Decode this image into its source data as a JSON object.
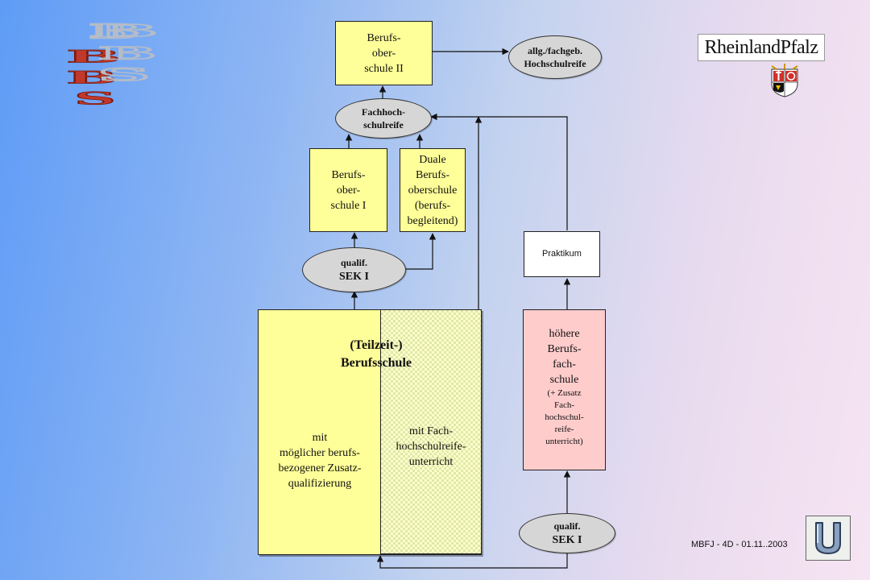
{
  "logo": {
    "bbs_letters": [
      "B",
      "B",
      "B",
      "S"
    ],
    "state_name": "RheinlandPfalz"
  },
  "boxes": {
    "bos2": [
      "Berufs-",
      "ober-",
      "schule II"
    ],
    "hochschulreife": [
      "allg./fachgeb.",
      "Hochschulreife"
    ],
    "fachhochschulreife": [
      "Fachhoch-",
      "schulreife"
    ],
    "bos1": [
      "Berufs-",
      "ober-",
      "schule I"
    ],
    "dbos": [
      "Duale",
      "Berufs-",
      "oberschule",
      "(berufs-",
      "begleitend)"
    ],
    "praktikum": "Praktikum",
    "qualif_top": [
      "qualif.",
      "SEK I"
    ],
    "berufsschule_title": [
      "(Teilzeit-)",
      "Berufsschule"
    ],
    "berufsschule_left": [
      "mit",
      "möglicher berufs-",
      "bezogener Zusatz-",
      "qualifizierung"
    ],
    "berufsschule_right": [
      "mit Fach-",
      "hochschulreife-",
      "unterricht"
    ],
    "bfs_main": [
      "höhere",
      "Berufs-",
      "fach-",
      "schule"
    ],
    "bfs_extra": [
      "(+ Zusatz",
      "Fach-",
      "hochschul-",
      "reife-",
      "unterricht)"
    ],
    "qualif_bottom": [
      "qualif.",
      "SEK I"
    ]
  },
  "footer": "MBFJ - 4D - 01.11..2003",
  "colors": {
    "yellow": "#ffff99",
    "pink": "#ffcccc",
    "oval": "#d6d6d6",
    "bbs_letter": "#c0392b",
    "bbs_outline": "#b4bcc8"
  },
  "icons": {
    "back_button": "u-turn-arrow-icon",
    "coat_of_arms": "rlp-coat-of-arms-icon"
  }
}
